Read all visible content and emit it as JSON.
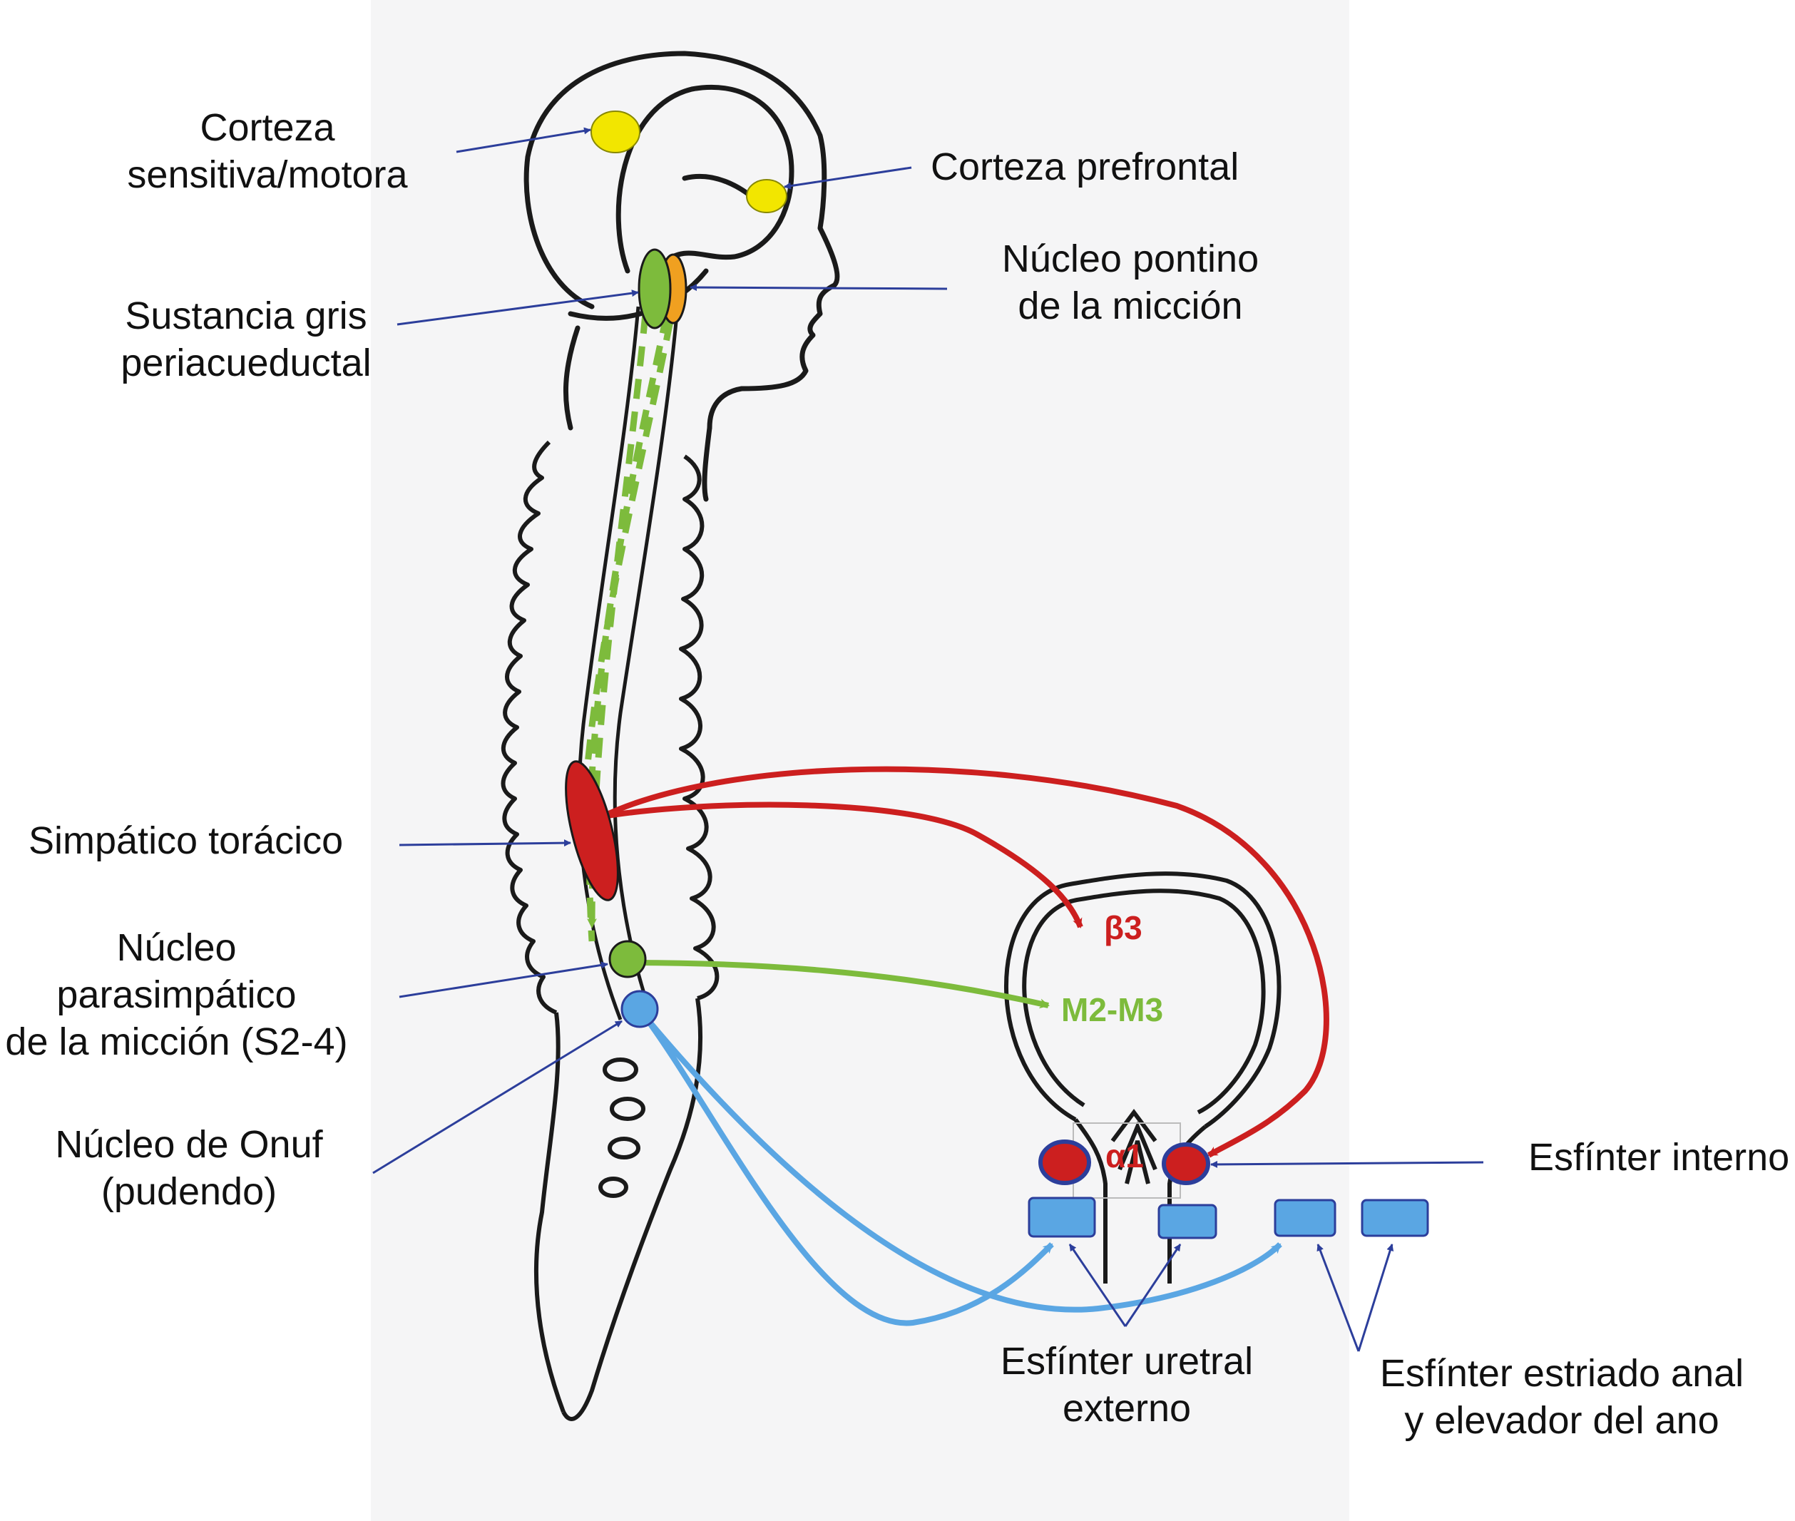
{
  "labels": {
    "corteza_sensitiva_line1": "Corteza",
    "corteza_sensitiva_line2": "sensitiva/motora",
    "corteza_prefrontal": "Corteza prefrontal",
    "nucleo_pontino_line1": "Núcleo pontino",
    "nucleo_pontino_line2": "de la micción",
    "sustancia_gris_line1": "Sustancia gris",
    "sustancia_gris_line2": "periacueductal",
    "simpatico_toracico": "Simpático torácico",
    "nucleo_parasimpatico_line1": "Núcleo",
    "nucleo_parasimpatico_line2": "parasimpático",
    "nucleo_parasimpatico_line3": "de la micción (S2-4)",
    "nucleo_onuf_line1": "Núcleo de Onuf",
    "nucleo_onuf_line2": "(pudendo)",
    "esfinter_interno": "Esfínter interno",
    "esfinter_uretral_line1": "Esfínter uretral",
    "esfinter_uretral_line2": "externo",
    "esfinter_anal_line1": "Esfínter estriado anal",
    "esfinter_anal_line2": "y elevador del ano"
  },
  "receptors": {
    "beta3": "β3",
    "m2m3": "M2-M3",
    "alpha1": "α1"
  },
  "colors": {
    "sympathetic": "#cc1f1f",
    "parasympathetic": "#7dbb3c",
    "pudendal": "#5aa6e3",
    "cortex": "#f2e600",
    "pontine": "#f0a020",
    "pointer": "#2c3e9b"
  }
}
